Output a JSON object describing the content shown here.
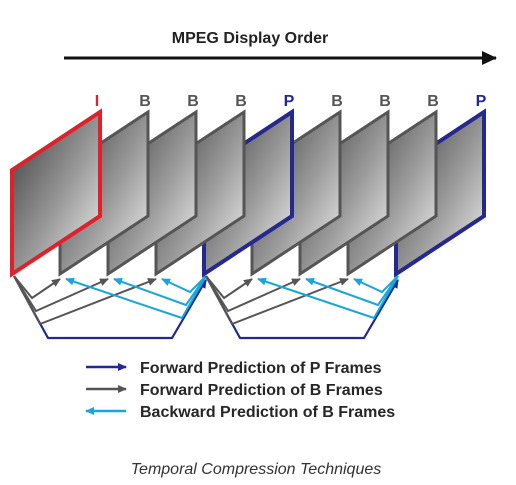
{
  "title": "MPEG Display Order",
  "frames": [
    {
      "type": "I",
      "color": "#e0202a"
    },
    {
      "type": "B",
      "color": "#555555"
    },
    {
      "type": "B",
      "color": "#555555"
    },
    {
      "type": "B",
      "color": "#555555"
    },
    {
      "type": "P",
      "color": "#25288c"
    },
    {
      "type": "B",
      "color": "#555555"
    },
    {
      "type": "B",
      "color": "#555555"
    },
    {
      "type": "B",
      "color": "#555555"
    },
    {
      "type": "P",
      "color": "#25288c"
    }
  ],
  "legend": [
    {
      "label": "Forward Prediction of P Frames",
      "color": "#25288c"
    },
    {
      "label": "Forward Prediction of B Frames",
      "color": "#555555"
    },
    {
      "label": "Backward Prediction of B Frames",
      "color": "#1aa6dc"
    }
  ],
  "caption": "Temporal Compression Techniques"
}
